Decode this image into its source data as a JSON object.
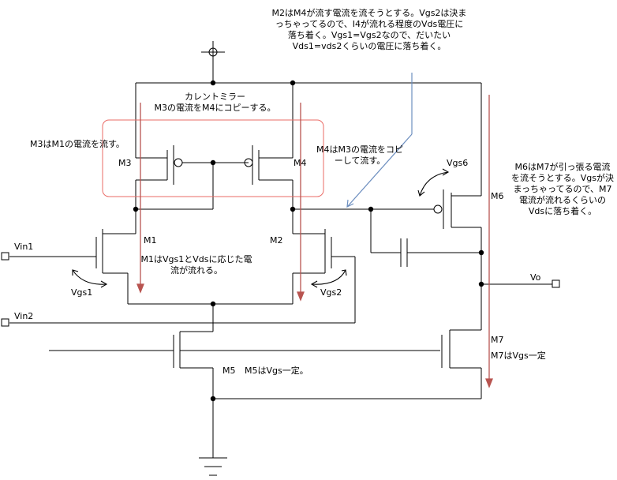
{
  "labels": {
    "current_mirror_title": "カレントミラー",
    "current_mirror_desc": "M3の電流をM4にコピーする。",
    "m3_note": "M3はM1の電流を流す。",
    "m4_note": "M4はM3の電流をコピーして流す。",
    "m2_note": "M2はM4が流す電流を流そうとする。Vgs2は決まっちゃってるので、I4が流れる程度のVds電圧に落ち着く。Vgs1=Vgs2なので、だいたいVds1=vds2くらいの電圧に落ち着く。",
    "m1_note": "M1はVgs1とVdsに応じた電流が流れる。",
    "m6_note": "M6はM7が引っ張る電流を流そうとする。Vgsが決まっちゃってるので、M7電流が流れるくらいのVdsに落ち着く。",
    "m5_note": "M5はVgs一定。",
    "m7_note": "M7はVgs一定",
    "m1": "M1",
    "m2": "M2",
    "m3": "M3",
    "m4": "M4",
    "m5": "M5",
    "m6": "M6",
    "m7": "M7",
    "vin1": "Vin1",
    "vin2": "Vin2",
    "vo": "Vo",
    "vgs1": "Vgs1",
    "vgs2": "Vgs2",
    "vgs6": "Vgs6"
  },
  "colors": {
    "wire": "#000000",
    "arrow_red": "#b85450",
    "highlight": "#ea6b66",
    "arrow_blue": "#6c8ebf"
  }
}
